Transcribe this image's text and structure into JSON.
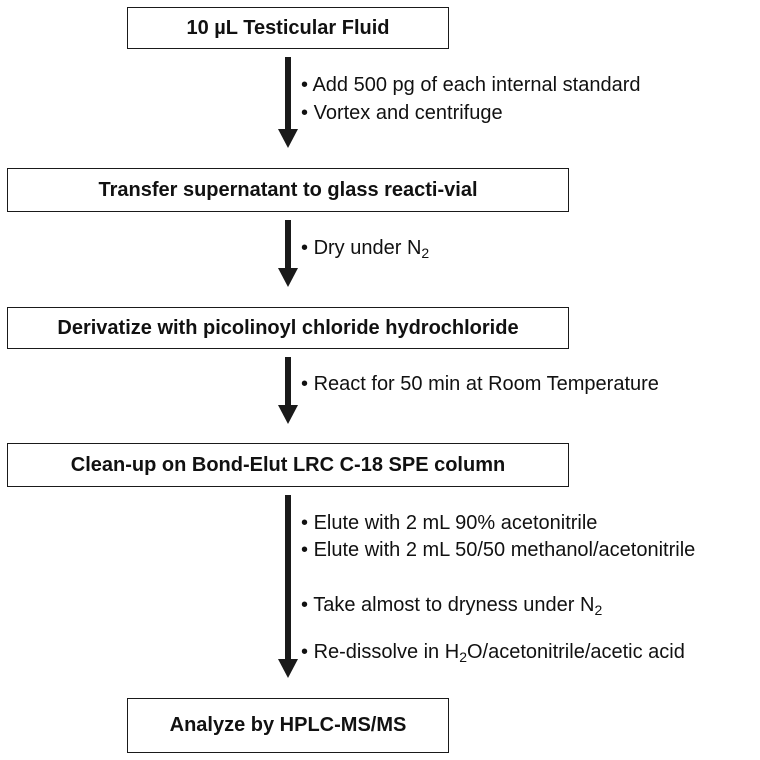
{
  "steps": [
    {
      "label": "10 µL Testicular Fluid"
    },
    {
      "label": "Transfer supernatant to glass reacti-vial"
    },
    {
      "label": "Derivatize with picolinoyl chloride hydrochloride"
    },
    {
      "label": "Clean-up on Bond-Elut LRC C-18 SPE column"
    },
    {
      "label": "Analyze by HPLC-MS/MS"
    }
  ],
  "notes": {
    "step1": [
      "Add 500 pg of each internal standard",
      "Vortex and centrifuge"
    ],
    "step2": {
      "dry_prefix": "Dry under N",
      "dry_sub": "2"
    },
    "step3": [
      "React for 50 min at Room Temperature"
    ],
    "step4": {
      "elute1": "Elute with 2 mL 90% acetonitrile",
      "elute2": "Elute with 2 mL 50/50 methanol/acetonitrile",
      "dryness_prefix": "Take almost to dryness under N",
      "dryness_sub": "2",
      "redissolve_prefix": "Re-dissolve in H",
      "redissolve_sub": "2",
      "redissolve_suffix": "O/acetonitrile/acetic acid"
    }
  },
  "bullet_char": "•",
  "colors": {
    "arrow": "#1a1a1a",
    "border": "#1a1a1a",
    "text": "#111111"
  }
}
